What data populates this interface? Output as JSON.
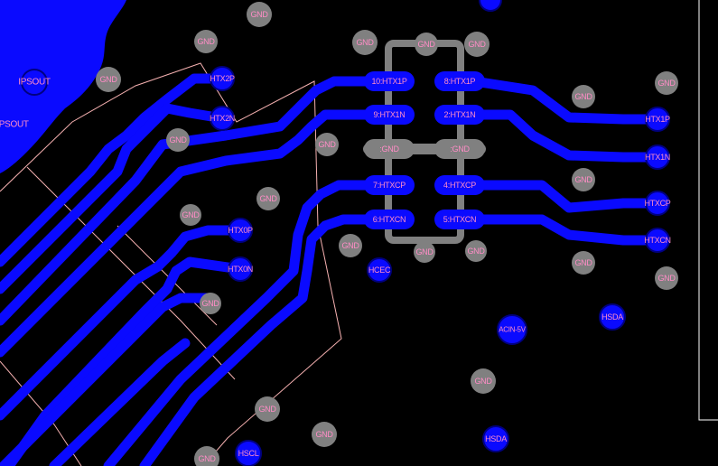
{
  "board": {
    "colors": {
      "background": "#000000",
      "trace": "#0a0aff",
      "copper_pour": "#0a0aff",
      "gnd_via": "#808080",
      "signal_via": "#0a0aff",
      "via_ring": "#000080",
      "smd_pad": "#0a0aff",
      "silkscreen": "#808080",
      "label": "#ff8cc6",
      "outline": "#f5b0b0",
      "frame": "#ffffff"
    },
    "pour_labels": [
      "IPSOUT",
      "IPSOUT"
    ],
    "connector_pads": [
      "10:HTX1P",
      "8:HTX1P",
      "9:HTX1N",
      "2:HTX1N",
      ":GND",
      ":GND",
      "7:HTXCP",
      "4:HTXCP",
      "6:HTXCN",
      "5:HTXCN"
    ],
    "left_signal_vias": [
      "HTX2P",
      "HTX2N",
      "HTX0P",
      "HTX0N"
    ],
    "right_signal_vias": [
      "HTX1P",
      "HTX1N",
      "HTXCP",
      "HTXCN"
    ],
    "misc_signal_vias": [
      "HCEC",
      "ACIN-5V",
      "HSDA",
      "HSDA",
      "HSCL"
    ],
    "gnd_label": "GND"
  }
}
